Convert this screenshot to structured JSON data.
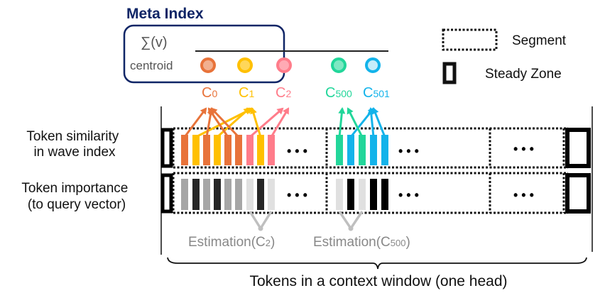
{
  "meta_index": {
    "title": "Meta Index",
    "sum_label": "∑(v)",
    "centroid_label": "centroid",
    "centroids": [
      {
        "id": "C0",
        "base": "C",
        "sub": "0",
        "color": "#E8733A",
        "fill": "#F2B08F"
      },
      {
        "id": "C1",
        "base": "C",
        "sub": "1",
        "color": "#FFC000",
        "fill": "#FFD75A"
      },
      {
        "id": "C2",
        "base": "C",
        "sub": "2",
        "color": "#FF7C8A",
        "fill": "#FFAAB4"
      },
      {
        "id": "C500",
        "base": "C",
        "sub": "500",
        "color": "#22D69A",
        "fill": "#7EE8C3"
      },
      {
        "id": "C501",
        "base": "C",
        "sub": "501",
        "color": "#13B3EA",
        "fill": "#C6EDFA"
      }
    ]
  },
  "legend": {
    "segment_label": "Segment",
    "steady_zone_label": "Steady Zone"
  },
  "rows": {
    "similarity_label_line1": "Token similarity",
    "similarity_label_line2": "in wave index",
    "importance_label_line1": "Token importance",
    "importance_label_line2": "(to query vector)"
  },
  "similarity_tokens": {
    "segment1": [
      "C0",
      "C1",
      "C0",
      "C1",
      "C0",
      "C0",
      "C2",
      "C1",
      "C2"
    ],
    "segment2": [
      "C500",
      "C501",
      "C500",
      "C501",
      "C501"
    ]
  },
  "importance_tokens": {
    "segment1": [
      "mid",
      "high",
      "mid",
      "high",
      "mid",
      "mid",
      "low",
      "high",
      "low"
    ],
    "segment2": [
      "low",
      "high",
      "low",
      "high",
      "high"
    ]
  },
  "importance_colors": {
    "low": "#E0E0E0",
    "mid": "#A6A6A6",
    "high": "#262626",
    "max": "#000000"
  },
  "ellipsis": "• • •",
  "estimations": [
    {
      "label_base": "Estimation(C",
      "sub": "2",
      "suffix": ")"
    },
    {
      "label_base": "Estimation(C",
      "sub": "500",
      "suffix": ")"
    }
  ],
  "brace_label": "Tokens in a context window (one head)"
}
